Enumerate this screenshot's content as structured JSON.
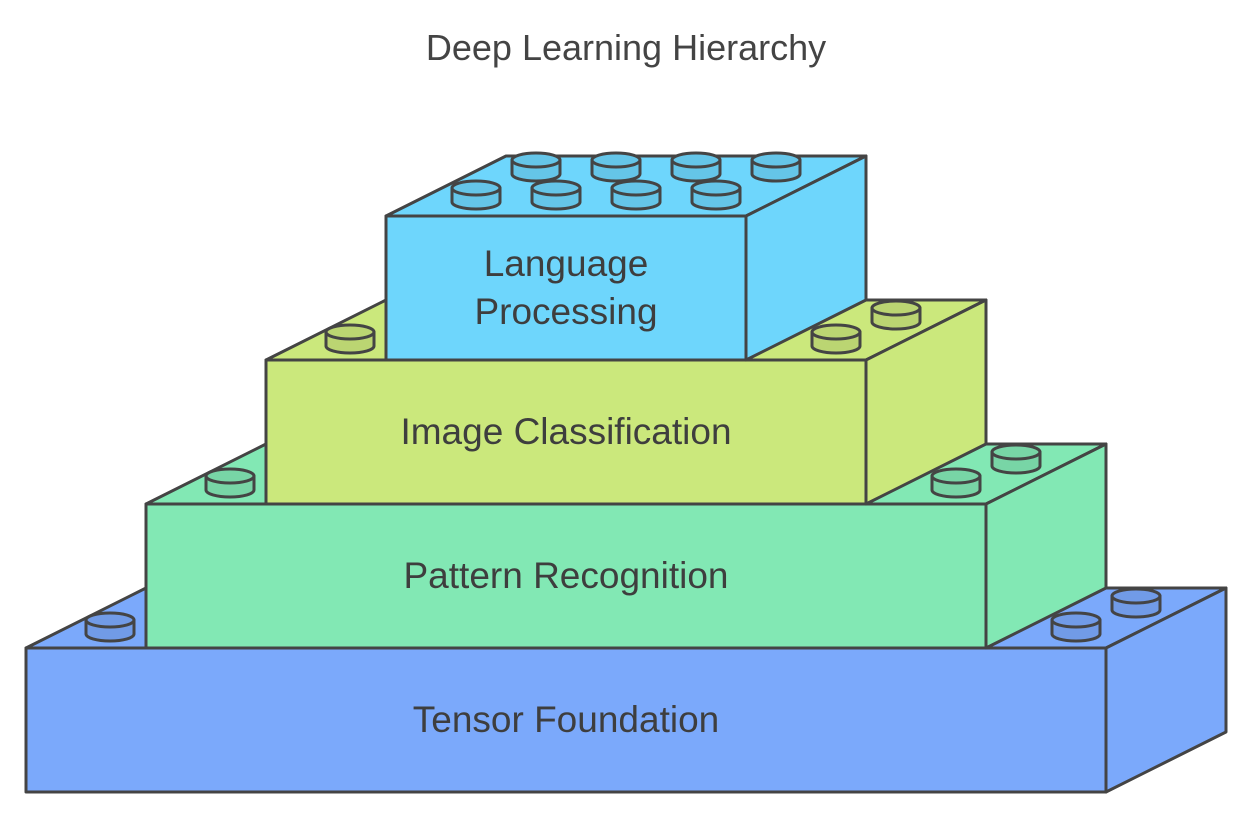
{
  "title": "Deep Learning Hierarchy",
  "layers": [
    {
      "id": "tensor",
      "label_lines": [
        "Tensor Foundation"
      ],
      "color": "#7ba9fb"
    },
    {
      "id": "pattern",
      "label_lines": [
        "Pattern Recognition"
      ],
      "color": "#82e8b4"
    },
    {
      "id": "image",
      "label_lines": [
        "Image Classification"
      ],
      "color": "#cbe87c"
    },
    {
      "id": "language",
      "label_lines": [
        "Language",
        "Processing"
      ],
      "color": "#6ed6fc"
    }
  ]
}
